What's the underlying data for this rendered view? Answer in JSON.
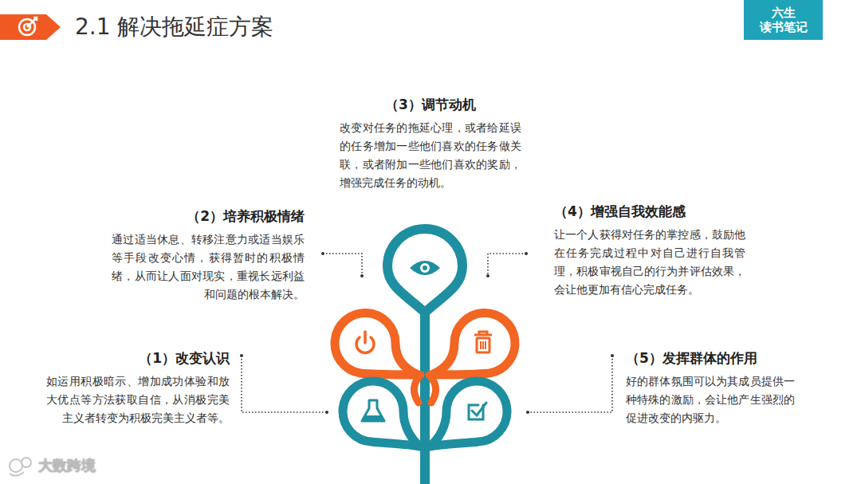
{
  "diagram": {
    "title": "2.1 解决拖延症方案",
    "nodes": [
      {
        "text": [
          "六生 读书笔记"
        ]
      },
      {
        "text": [
          "（3）调节动机",
          "改变对任务的拖延心理，或者给延误的任务增加一些他们喜欢的任务做关联，或者附加一些他们喜欢的奖励，增强完成任务的动机。"
        ]
      },
      {
        "text": [
          "（2）培养积极情绪",
          "通过适当休息、转移注意力或适当娱乐等手段改变心情，获得暂时的积极情绪，从而让人面对现实，重视长远利益和问题的根本解决。"
        ]
      },
      {
        "text": [
          "（4）增强自我效能感",
          "让一个人获得对任务的掌控感，鼓励他在任务完成过程中对自己进行自我管理，积极审视自己的行为并评估效果，会让他更加有信心完成任务。"
        ]
      },
      {
        "text": [
          "（1）改变认识",
          "如运用积极暗示、增加成功体验和放大优点等方法获取自信，从消极完美主义者转变为积极完美主义者等。"
        ]
      },
      {
        "text": [
          "（5）发挥群体的作用",
          "好的群体氛围可以为其成员提供一种特殊的激励，会让他产生强烈的促进改变的内驱力。"
        ]
      }
    ],
    "labels": [
      "大数跨境"
    ]
  }
}
